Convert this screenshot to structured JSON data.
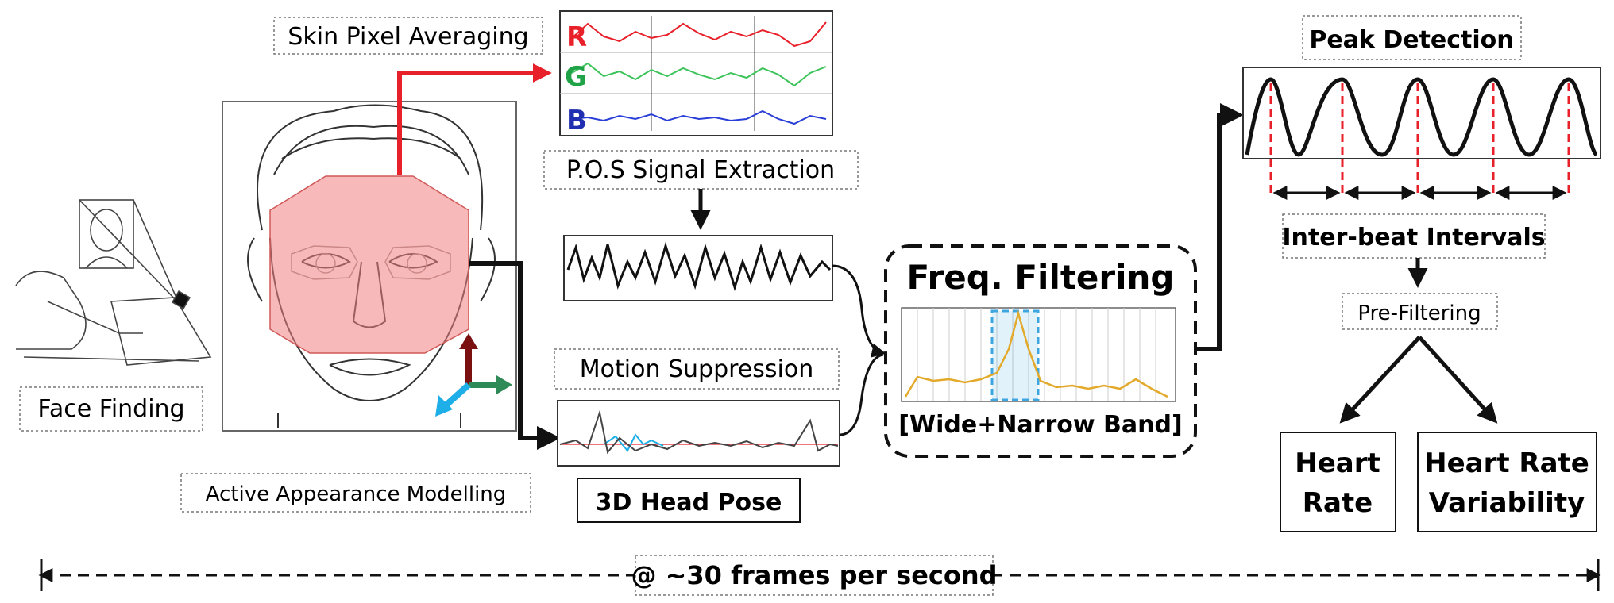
{
  "labels": {
    "skin_pixel_averaging": "Skin Pixel Averaging",
    "pos_signal_extraction": "P.O.S Signal Extraction",
    "motion_suppression": "Motion Suppression",
    "head_pose_3d": "3D Head Pose",
    "face_finding": "Face Finding",
    "active_appearance_modelling": "Active Appearance Modelling",
    "freq_filtering": "Freq. Filtering",
    "wide_narrow_band": "[Wide+Narrow Band]",
    "peak_detection": "Peak Detection",
    "inter_beat_intervals": "Inter-beat Intervals",
    "pre_filtering": "Pre-Filtering",
    "heart_rate_line1": "Heart",
    "heart_rate_line2": "Rate",
    "hrv_line1": "Heart Rate",
    "hrv_line2": "Variability",
    "frame_rate": "@ ~30 frames per second"
  },
  "channels": {
    "r": "R",
    "g": "G",
    "b": "B"
  },
  "colors": {
    "red_channel": "#e8202a",
    "green_channel": "#1fa346",
    "blue_channel": "#1f2fb0",
    "skin_overlay": "#f08080",
    "axis_up": "#7a1010",
    "axis_right": "#2e8b57",
    "axis_diag": "#1eaee8",
    "spectrum_line": "#e3a92b",
    "band_highlight": "#3da6e0",
    "peak_marker": "#e8202a"
  },
  "icons": [
    "laptop-user-icon",
    "face-drawing-icon",
    "head-pose-axes-icon"
  ]
}
